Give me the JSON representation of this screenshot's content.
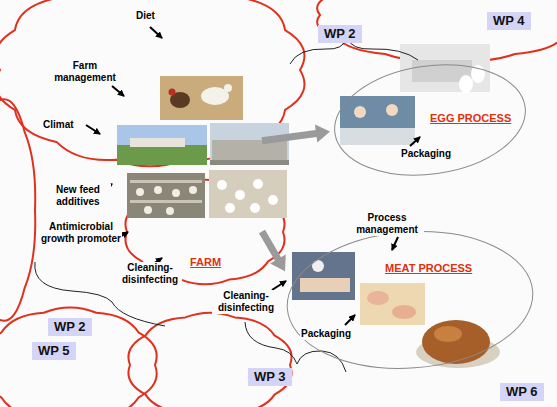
{
  "diagram": {
    "nodes": [
      {
        "text": [
          "FARM"
        ]
      },
      {
        "text": [
          "EGG PROCESS",
          "Packaging"
        ]
      },
      {
        "text": [
          "Process management",
          "MEAT PROCESS",
          "Packaging"
        ]
      },
      {
        "text": [
          "WP 2"
        ]
      },
      {
        "text": [
          "WP 4"
        ]
      },
      {
        "text": [
          "WP 2"
        ]
      },
      {
        "text": [
          "WP 5"
        ]
      },
      {
        "text": [
          "WP 3"
        ]
      },
      {
        "text": [
          "WP 6"
        ]
      }
    ],
    "edges": [
      {
        "from": 0,
        "to": 1,
        "arrow": "to"
      },
      {
        "from": 0,
        "to": 2,
        "arrow": "to"
      }
    ],
    "labels": [
      "Diet",
      "Farm management",
      "Climat",
      "New feed additives",
      "Antimicrobial growth promoter",
      "Cleaning-disinfecting",
      "Cleaning-disinfecting"
    ]
  }
}
